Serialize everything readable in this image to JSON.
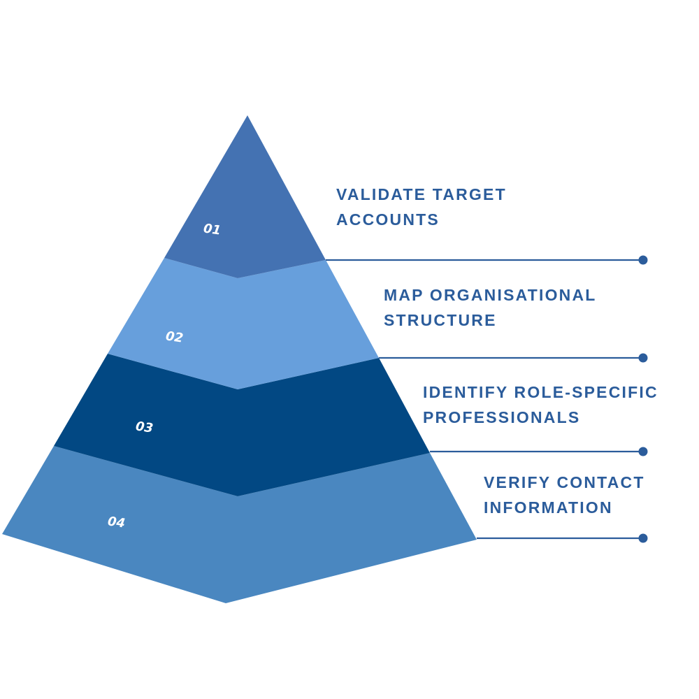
{
  "colors": {
    "layer1": "#4472b2",
    "layer2": "#679fdc",
    "layer3": "#024883",
    "layer4": "#4a87c0",
    "text": "#2b5c9b",
    "connector": "#2b5c9b"
  },
  "pyramid": {
    "layers": [
      {
        "number": "01",
        "label_line1": "VALIDATE TARGET",
        "label_line2": "ACCOUNTS"
      },
      {
        "number": "02",
        "label_line1": "MAP ORGANISATIONAL",
        "label_line2": "STRUCTURE"
      },
      {
        "number": "03",
        "label_line1": "IDENTIFY ROLE-SPECIFIC",
        "label_line2": "PROFESSIONALS"
      },
      {
        "number": "04",
        "label_line1": "VERIFY CONTACT",
        "label_line2": "INFORMATION"
      }
    ]
  }
}
